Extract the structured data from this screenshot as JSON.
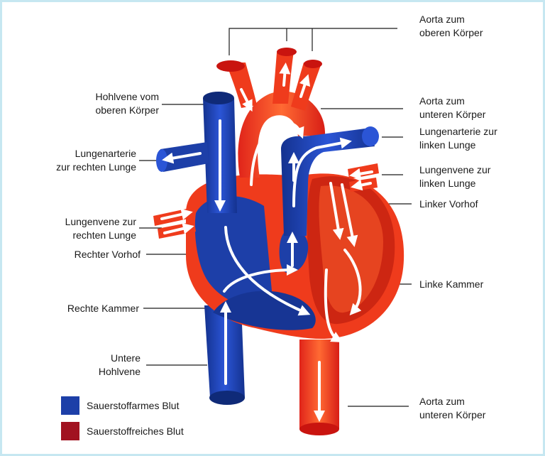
{
  "colors": {
    "deoxygenated": "#1d3fa8",
    "oxygenated": "#a11220",
    "red_vessel": "#ef3b1c",
    "frame_border": "#c6e7f1"
  },
  "labels": {
    "aorta_upper": [
      "Aorta zum",
      "oberen Körper"
    ],
    "vena_cava_superior": [
      "Hohlvene vom",
      "oberen Körper"
    ],
    "aorta_lower_top": [
      "Aorta zum",
      "unteren Körper"
    ],
    "pulmonary_artery_left": [
      "Lungenarterie zur",
      "linken Lunge"
    ],
    "pulmonary_artery_right": [
      "Lungenarterie",
      "zur rechten Lunge"
    ],
    "pulmonary_vein_left": [
      "Lungenvene zur",
      "linken Lunge"
    ],
    "left_atrium": [
      "Linker Vorhof"
    ],
    "pulmonary_vein_right": [
      "Lungenvene zur",
      "rechten Lunge"
    ],
    "right_atrium": [
      "Rechter Vorhof"
    ],
    "left_ventricle": [
      "Linke Kammer"
    ],
    "right_ventricle": [
      "Rechte Kammer"
    ],
    "vena_cava_inferior": [
      "Untere",
      "Hohlvene"
    ],
    "aorta_lower_bottom": [
      "Aorta zum",
      "unteren Körper"
    ]
  },
  "legend": [
    {
      "label": "Sauerstoffarmes Blut",
      "color": "#1d3fa8"
    },
    {
      "label": "Sauerstoffreiches Blut",
      "color": "#a11220"
    }
  ]
}
